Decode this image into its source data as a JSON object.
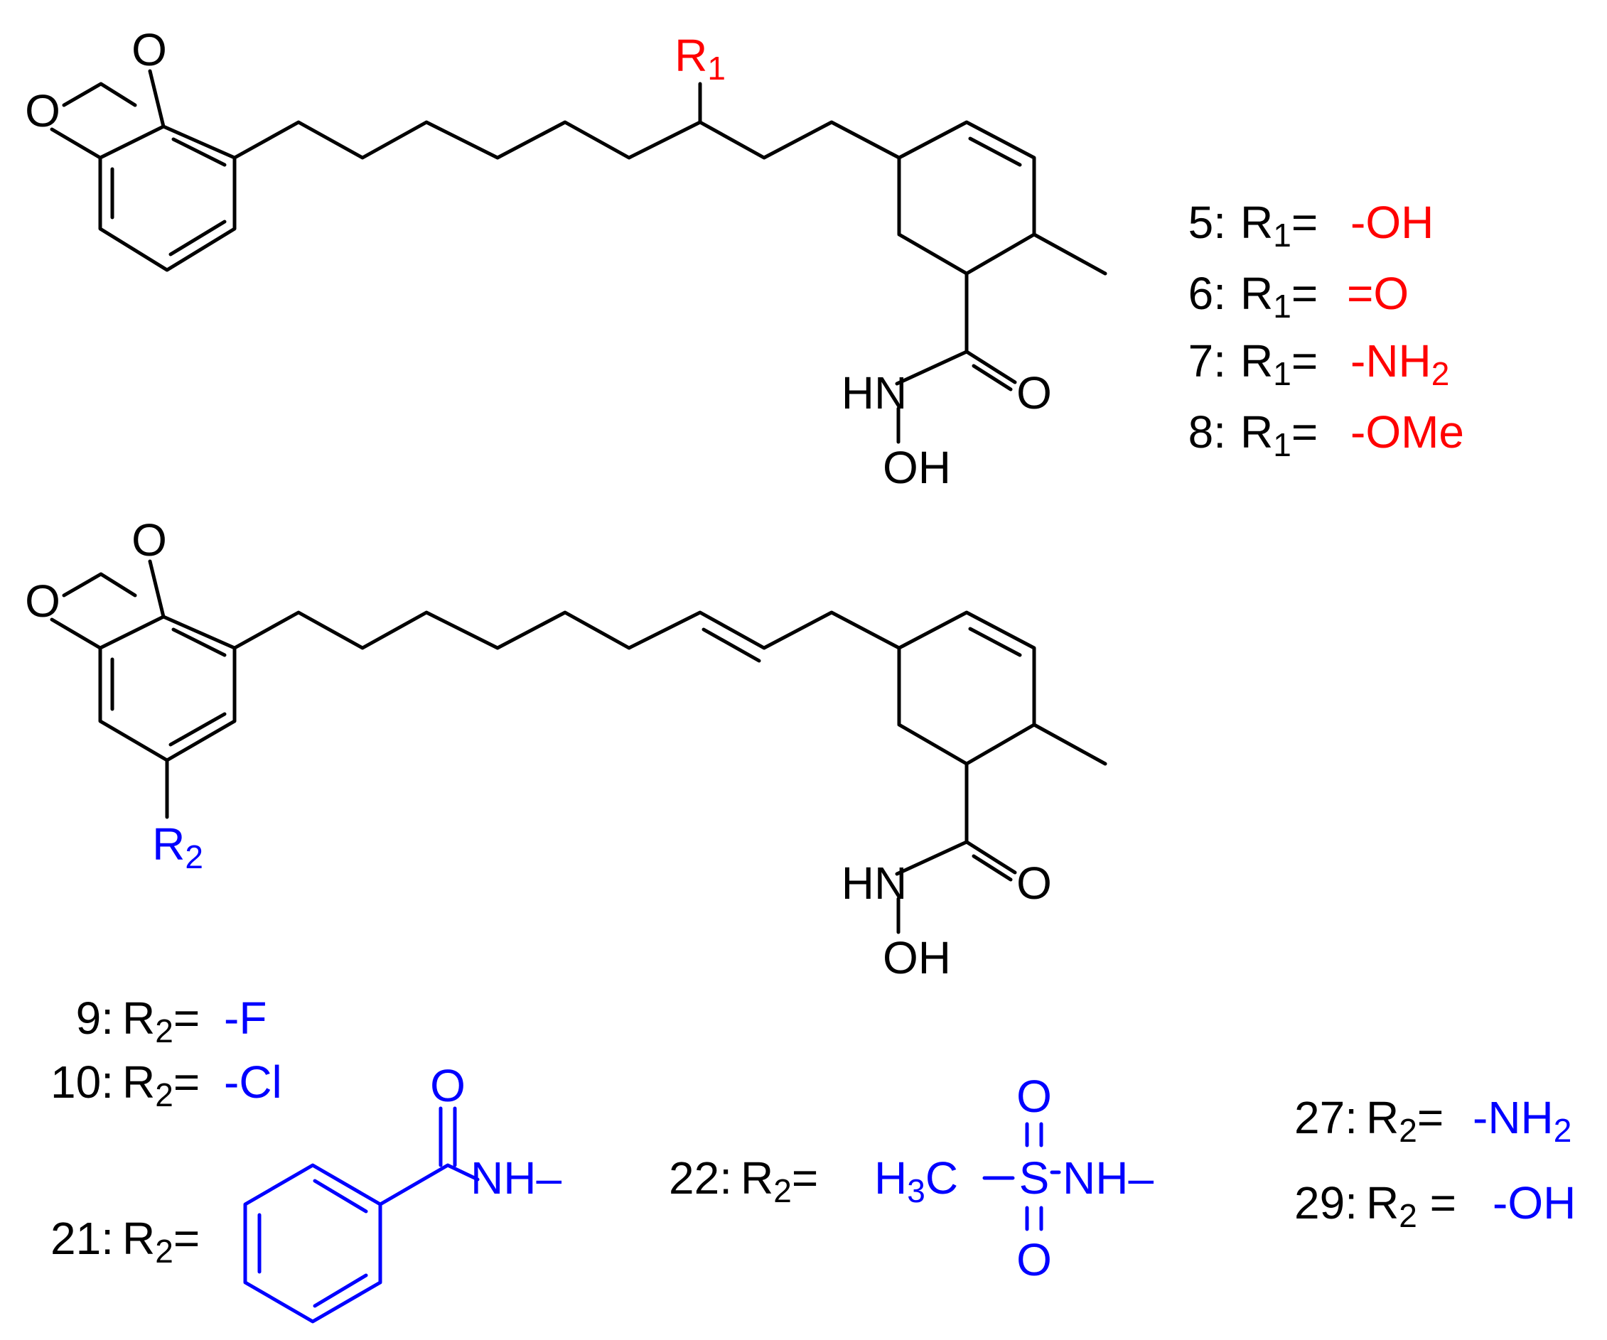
{
  "colors": {
    "black": "#000000",
    "red": "#ff0000",
    "blue": "#0000ff"
  },
  "atoms": {
    "o": "O",
    "hn": "HN",
    "oh": "OH",
    "nh": "NH",
    "s": "S",
    "r": "R",
    "r1_sub": "1",
    "r2_sub": "2",
    "h3c_h": "H",
    "h3c_sub": "3",
    "h3c_c": "C"
  },
  "labels_r1": [
    {
      "num": "5:",
      "eq": "=",
      "val": "-OH"
    },
    {
      "num": "6:",
      "eq": "=",
      "val": "=O"
    },
    {
      "num": "7:",
      "eq": "=",
      "val": "-NH",
      "val_sub": "2"
    },
    {
      "num": "8:",
      "eq": "=",
      "val": "-OMe"
    }
  ],
  "labels_r2": [
    {
      "num": "9:",
      "eq": "=",
      "val": "-F"
    },
    {
      "num": "10:",
      "eq": "=",
      "val": "-Cl"
    },
    {
      "num": "21:",
      "eq": "="
    },
    {
      "num": "22:",
      "eq": "="
    },
    {
      "num": "27:",
      "eq": "=",
      "val": "-NH",
      "val_sub": "2"
    },
    {
      "num": "29:",
      "eq": " = ",
      "val": "-OH"
    }
  ]
}
